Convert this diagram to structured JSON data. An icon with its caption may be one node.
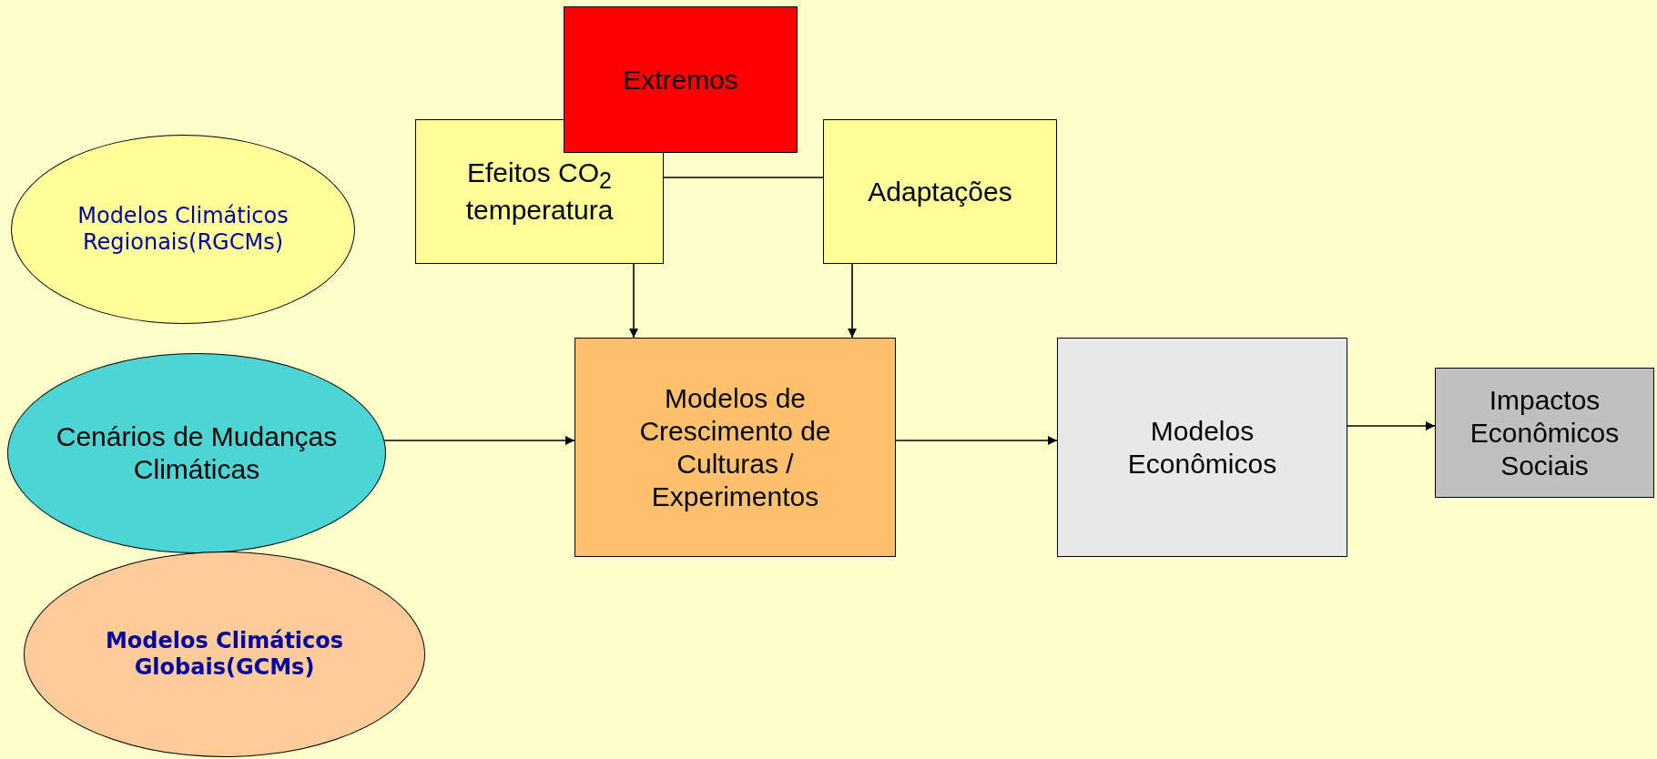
{
  "diagram": {
    "nodes": [
      {
        "text": [
          "Extremos"
        ]
      },
      {
        "text": [
          "Modelos Climáticos Regionais(RGCMs)"
        ]
      },
      {
        "text": [
          "Efeitos CO$_{2}$ temperatura"
        ]
      },
      {
        "text": [
          "Adaptações"
        ]
      },
      {
        "text": [
          "Cenários de Mudanças Climáticas"
        ]
      },
      {
        "text": [
          "Modelos de Crescimento de Culturas / Experimentos"
        ]
      },
      {
        "text": [
          "Modelos Econômicos"
        ]
      },
      {
        "text": [
          "Impactos Econômicos Sociais"
        ]
      },
      {
        "text": [
          "Modelos Climáticos Globais(GCMs)"
        ]
      }
    ],
    "edges": [
      {
        "from": 2,
        "to": 3,
        "arrow": "none"
      },
      {
        "from": 2,
        "to": 5,
        "arrow": "to"
      },
      {
        "from": 3,
        "to": 5,
        "arrow": "to"
      },
      {
        "from": 4,
        "to": 5,
        "arrow": "to"
      },
      {
        "from": 5,
        "to": 6,
        "arrow": "to"
      },
      {
        "from": 6,
        "to": 7,
        "arrow": "to"
      }
    ]
  }
}
